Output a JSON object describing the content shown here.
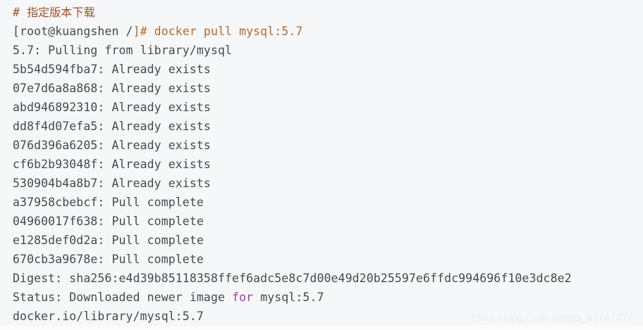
{
  "terminal": {
    "background_color": "#f6f7f8",
    "default_text_color": "#444a4f",
    "comment_color": "#a0522d",
    "command_color": "#b06a33",
    "keyword_color": "#9c3fa0",
    "lines": [
      {
        "id": "comment",
        "segments": [
          {
            "text": "# ",
            "style": "comment"
          },
          {
            "text": "指定版本下载",
            "style": "comment-cjk"
          }
        ]
      },
      {
        "id": "prompt-command",
        "segments": [
          {
            "text": "[root@kuangshen /",
            "style": "plain"
          },
          {
            "text": "]# docker pull mysql:5.7",
            "style": "command"
          }
        ]
      },
      {
        "id": "pulling-from",
        "segments": [
          {
            "text": "5.7: Pulling from library/mysql",
            "style": "plain"
          }
        ]
      },
      {
        "id": "layer-1",
        "segments": [
          {
            "text": "5b54d594fba7: Already exists",
            "style": "plain"
          }
        ]
      },
      {
        "id": "layer-2",
        "segments": [
          {
            "text": "07e7d6a8a868: Already exists",
            "style": "plain"
          }
        ]
      },
      {
        "id": "layer-3",
        "segments": [
          {
            "text": "abd946892310: Already exists",
            "style": "plain"
          }
        ]
      },
      {
        "id": "layer-4",
        "segments": [
          {
            "text": "dd8f4d07efa5: Already exists",
            "style": "plain"
          }
        ]
      },
      {
        "id": "layer-5",
        "segments": [
          {
            "text": "076d396a6205: Already exists",
            "style": "plain"
          }
        ]
      },
      {
        "id": "layer-6",
        "segments": [
          {
            "text": "cf6b2b93048f: Already exists",
            "style": "plain"
          }
        ]
      },
      {
        "id": "layer-7",
        "segments": [
          {
            "text": "530904b4a8b7: Already exists",
            "style": "plain"
          }
        ]
      },
      {
        "id": "layer-8",
        "segments": [
          {
            "text": "a37958cbebcf: Pull complete",
            "style": "plain"
          }
        ]
      },
      {
        "id": "layer-9",
        "segments": [
          {
            "text": "04960017f638: Pull complete",
            "style": "plain"
          }
        ]
      },
      {
        "id": "layer-10",
        "segments": [
          {
            "text": "e1285def0d2a: Pull complete",
            "style": "plain"
          }
        ]
      },
      {
        "id": "layer-11",
        "segments": [
          {
            "text": "670cb3a9678e: Pull complete",
            "style": "plain"
          }
        ]
      },
      {
        "id": "digest",
        "segments": [
          {
            "text": "Digest: sha256:e4d39b85118358ffef6adc5e8c7d00e49d20b25597e6ffdc994696f10e3dc8e2",
            "style": "plain"
          }
        ]
      },
      {
        "id": "status",
        "segments": [
          {
            "text": "Status: Downloaded newer image ",
            "style": "plain"
          },
          {
            "text": "for",
            "style": "keyword"
          },
          {
            "text": " mysql:5.7",
            "style": "plain"
          }
        ]
      },
      {
        "id": "image-ref",
        "segments": [
          {
            "text": "docker.io/library/mysql:5.7",
            "style": "plain"
          }
        ]
      }
    ]
  },
  "watermark": {
    "text": "https://blog.csdn.net/qq_51747477"
  }
}
